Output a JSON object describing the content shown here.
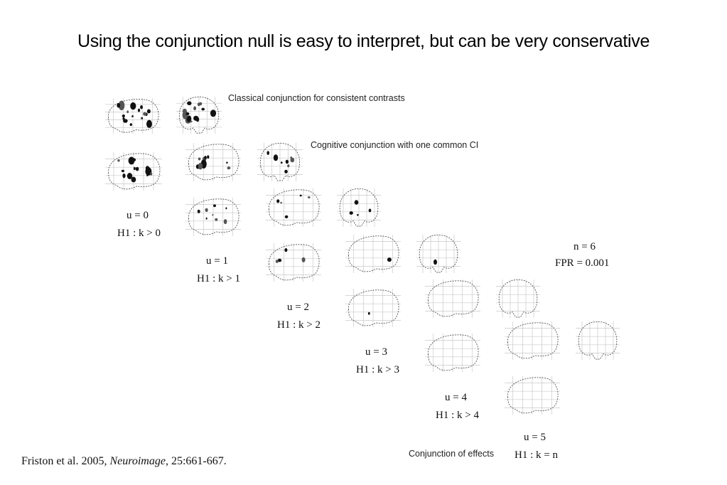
{
  "title": "Using the conjunction null is easy to interpret, but can be very conservative",
  "figure": {
    "label_classical": "Classical conjunction for consistent contrasts",
    "label_cognitive": "Cognitive conjunction with one common CI",
    "label_effects": "Conjunction of effects",
    "params": {
      "n": "n = 6",
      "fpr": "FPR = 0.001"
    },
    "thresholds": [
      {
        "u": "u = 0",
        "h": "H1 : k > 0"
      },
      {
        "u": "u = 1",
        "h": "H1 : k > 1"
      },
      {
        "u": "u = 2",
        "h": "H1 : k > 2"
      },
      {
        "u": "u = 3",
        "h": "H1 : k > 3"
      },
      {
        "u": "u = 4",
        "h": "H1 : k > 4"
      },
      {
        "u": "u = 5",
        "h": "H1 : k = n"
      }
    ]
  },
  "citation": {
    "authors": "Friston et al.",
    "year": "2005,",
    "journal": "Neuroimage",
    "ref": ", 25:661-667."
  }
}
